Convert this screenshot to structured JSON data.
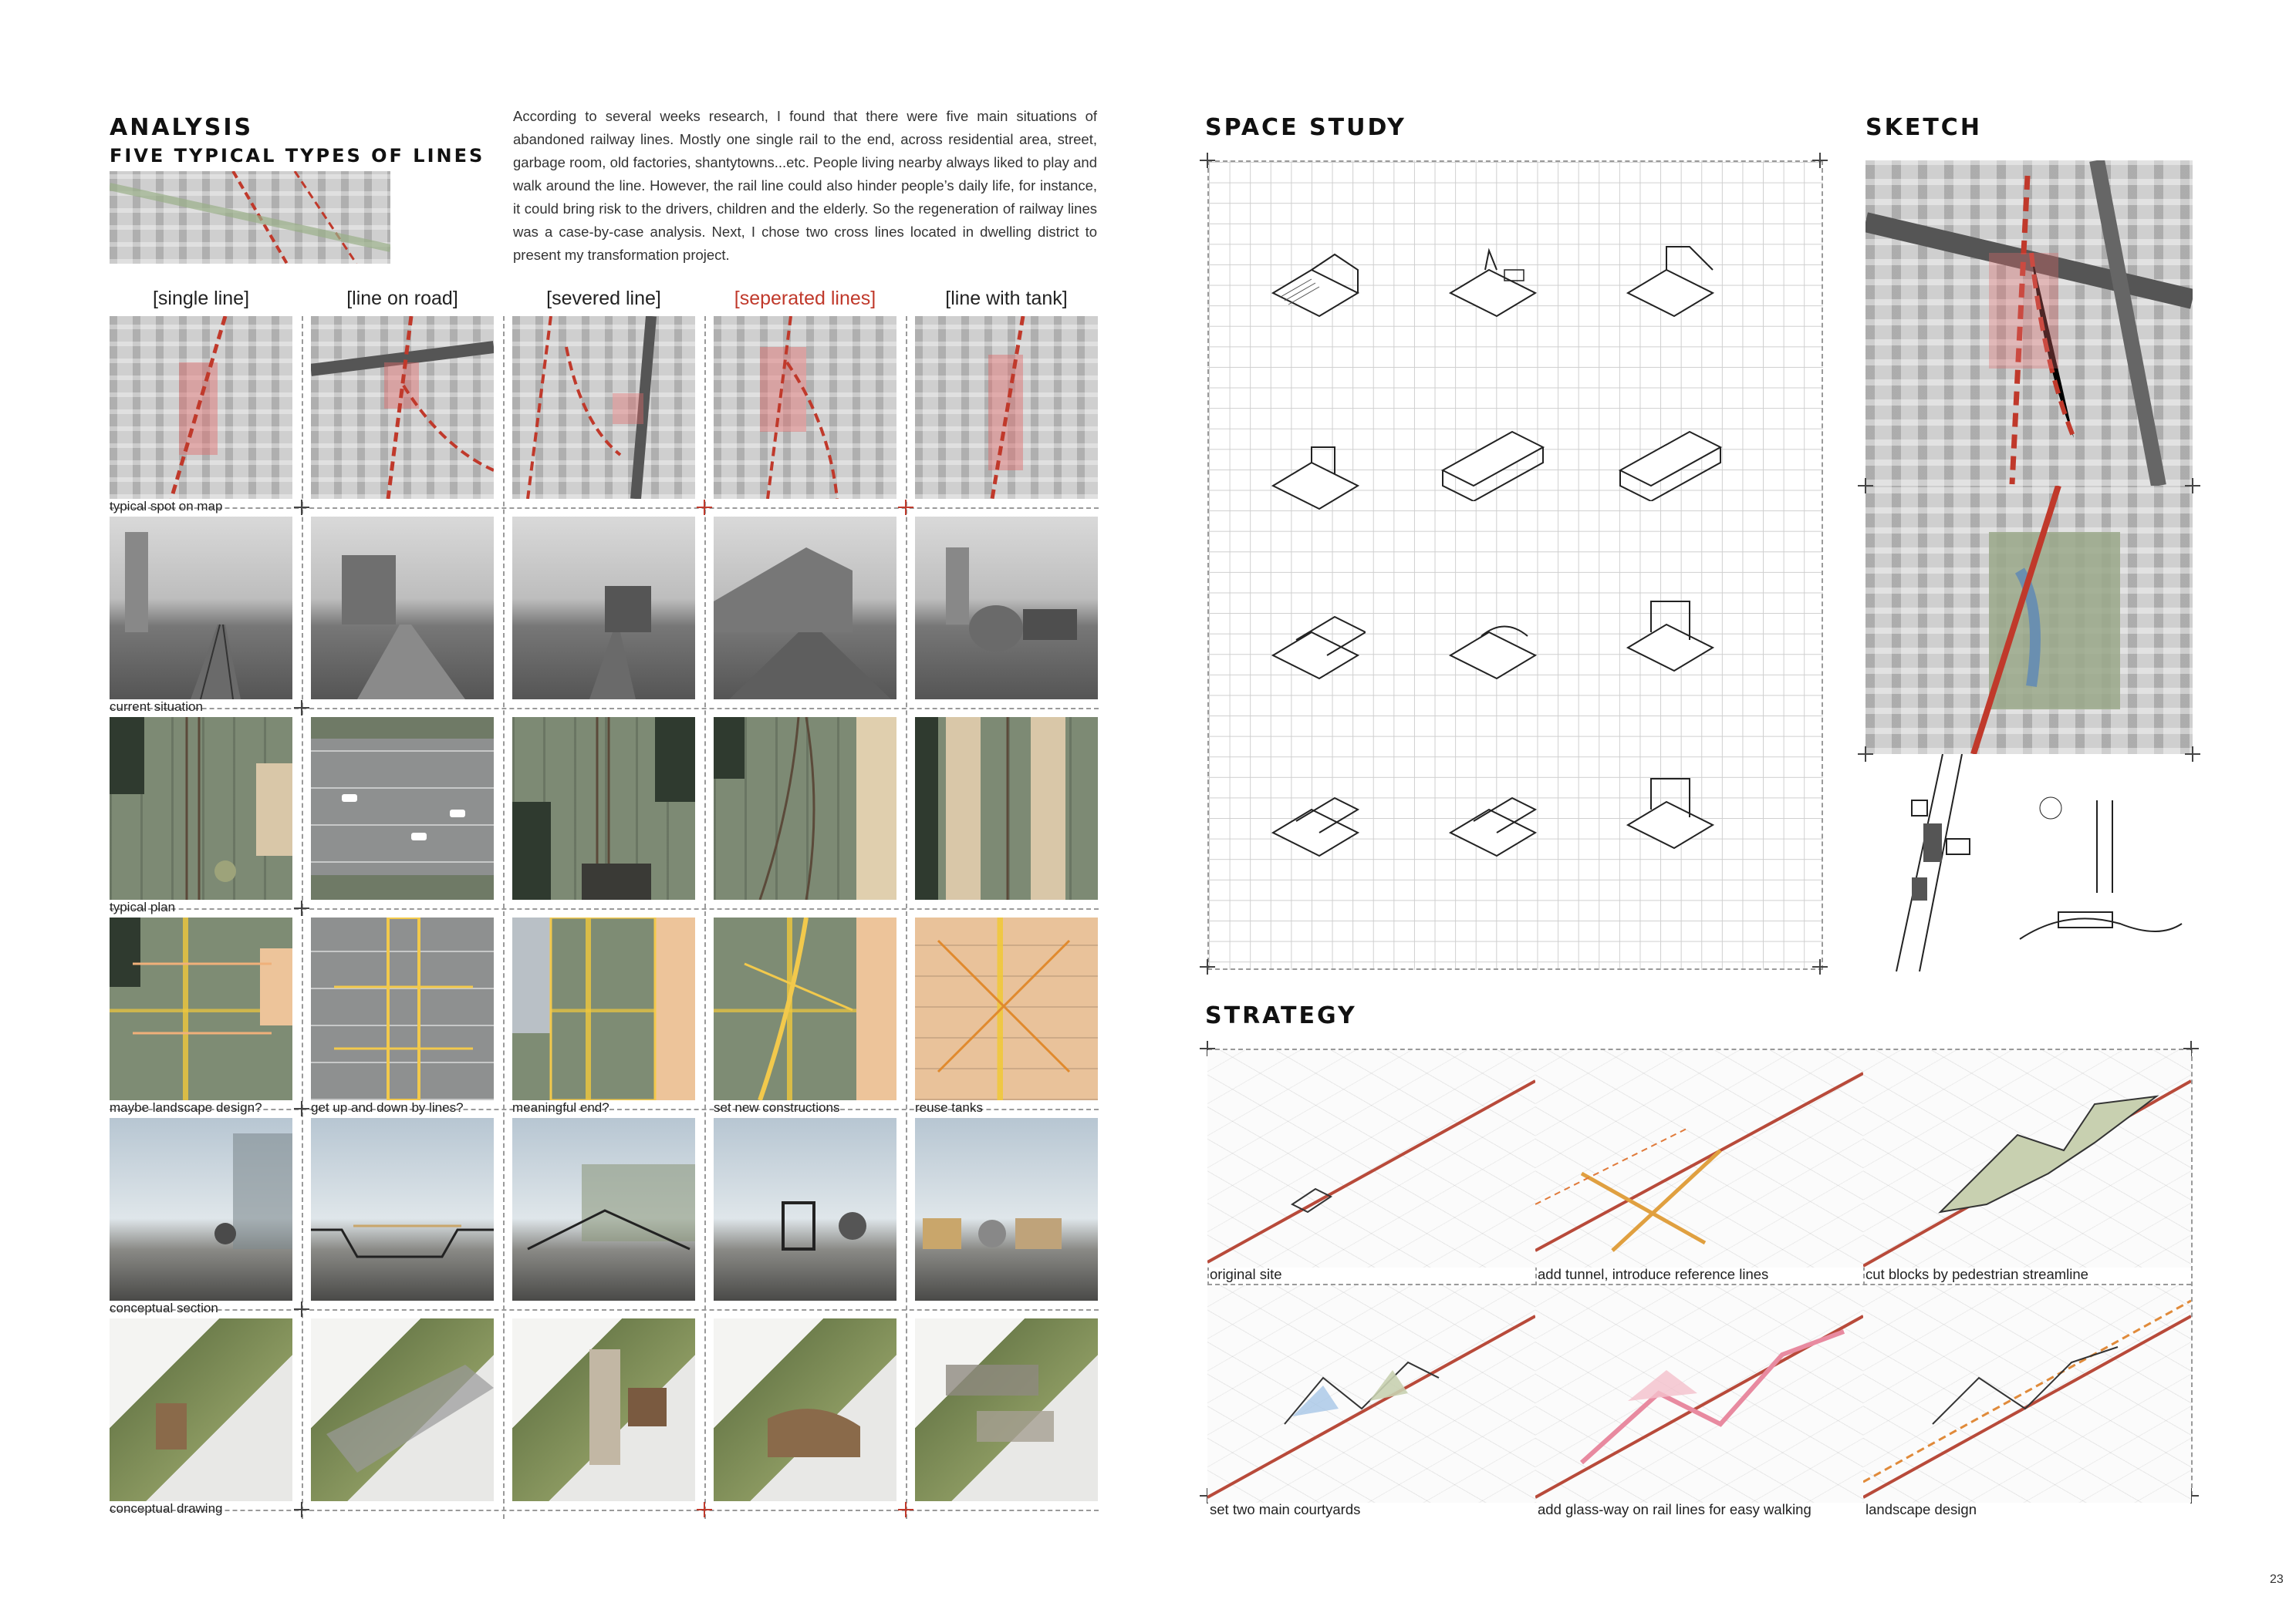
{
  "analysis": {
    "title": "ANALYSIS",
    "subtitle": "FIVE TYPICAL TYPES OF LINES",
    "paragraph": "According to several weeks research, I found that there were five main situations of abandoned railway lines. Mostly one single rail to the end, across residential area, street, garbage room, old factories, shantytowns...etc. People living nearby always liked to play and walk around the line. However, the rail line could also hinder people’s daily life, for instance, it could bring risk to the drivers, children and the elderly. So the regeneration of railway lines was a case-by-case analysis. Next, I chose two cross lines located in dwelling district to present my transformation project.",
    "columns": [
      "[single line]",
      "[line on road]",
      "[severed line]",
      "[seperated lines]",
      "[line with tank]"
    ],
    "row_captions": {
      "map": "typical spot on map",
      "photo": "current situation",
      "plan": "typical plan",
      "section": "conceptual section",
      "concept": "conceptual drawing"
    },
    "landscape_captions": [
      "maybe landscape design?",
      "get up and down by lines?",
      "meaningful end?",
      "set new constructions",
      "reuse tanks"
    ]
  },
  "space_study": {
    "title": "SPACE STUDY"
  },
  "sketch": {
    "title": "SKETCH"
  },
  "strategy": {
    "title": "STRATEGY",
    "steps": [
      "original site",
      "add tunnel, introduce reference lines",
      "cut blocks by pedestrian streamline",
      "set two main courtyards",
      "add glass-way on rail lines for easy walking",
      "landscape design"
    ]
  },
  "page_number": "23",
  "colors": {
    "accent_red": "#c0392b",
    "highlight_yellow": "#f2c94c",
    "grass_green": "#6f7f4d"
  }
}
